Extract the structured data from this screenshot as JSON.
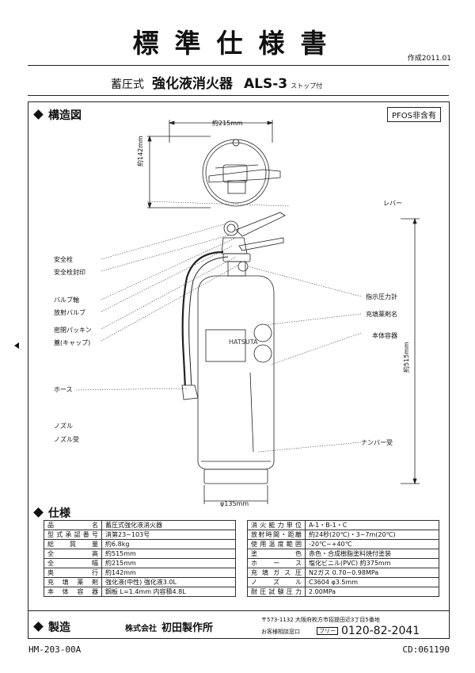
{
  "doc_title": "標準仕様書",
  "created": "作成2011.01",
  "subtitle": {
    "type": "蓄圧式",
    "name": "強化液消火器",
    "model": "ALS-3",
    "note": "ストップ付"
  },
  "pfos": "PFOS非含有",
  "structure": {
    "heading": "構造図",
    "dim_width": "約215mm",
    "dim_depth": "約142mm",
    "dim_height": "約515mm",
    "dim_diameter": "φ135mm",
    "product_label": "HATSUTA",
    "left_labels": [
      "安全栓",
      "安全栓封印",
      "バルブ軸",
      "放射バルブ",
      "密閉パッキン",
      "蓋(キャップ)",
      "ホース",
      "ノズル",
      "ノズル受"
    ],
    "right_labels": [
      "レバー",
      "指示圧力計",
      "充填薬剤名",
      "本体容器",
      "ナンバー受"
    ]
  },
  "spec": {
    "heading": "仕様",
    "left": [
      {
        "k": "品名",
        "v": "蓄圧式強化液消火器"
      },
      {
        "k": "型式承認番号",
        "v": "消第23~103号"
      },
      {
        "k": "総質量",
        "v": "約6.8kg"
      },
      {
        "k": "全高",
        "v": "約515mm"
      },
      {
        "k": "全幅",
        "v": "約215mm"
      },
      {
        "k": "奥行",
        "v": "約142mm"
      },
      {
        "k": "充填薬剤",
        "v": "強化液(中性) 強化液3.0L"
      },
      {
        "k": "本体容器",
        "v": "鋼板 L=1.4mm 内容積4.8L"
      }
    ],
    "right": [
      {
        "k": "消火能力単位",
        "v": "A-1・B-1・C"
      },
      {
        "k": "放射時間・距離",
        "v": "約24秒(20℃)・3~7m(20℃)"
      },
      {
        "k": "使用温度範囲",
        "v": "-20℃~+40℃"
      },
      {
        "k": "塗色",
        "v": "赤色・合成樹脂塗料焼付塗装"
      },
      {
        "k": "ホース",
        "v": "塩化ビニル(PVC) 約375mm"
      },
      {
        "k": "充填ガス圧",
        "v": "N2ガス 0.70~0.98MPa"
      },
      {
        "k": "ノズル",
        "v": "C3604 φ3.5mm"
      },
      {
        "k": "耐圧試験圧力",
        "v": "2.00MPa"
      }
    ]
  },
  "maker": {
    "heading": "製造",
    "corp": "株式会社",
    "name": "初田製作所",
    "address": "〒573-1132 大阪府枚方市招提田近3丁目5番地",
    "dept": "お客様相談窓口",
    "freedial_badge": "フリー",
    "tel": "0120-82-2041"
  },
  "footer": {
    "doc_no": "HM-203-00A",
    "cd": "CD:061190"
  }
}
